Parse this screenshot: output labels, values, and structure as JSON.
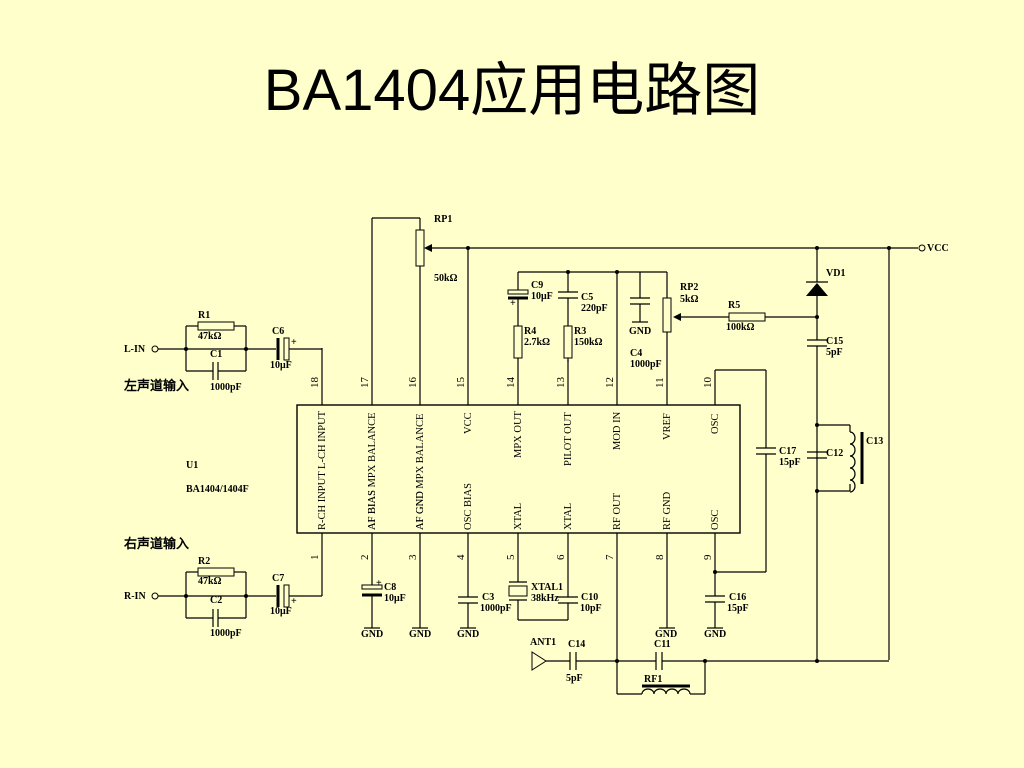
{
  "title": "BA1404应用电路图",
  "ic": {
    "ref": "U1",
    "part": "BA1404/1404F",
    "top_pins": [
      {
        "num": "18",
        "name": "R-CH INPUT  L-CH INPUT"
      },
      {
        "num": "17",
        "name": "AF BIAS  MPX BALANCE"
      },
      {
        "num": "16",
        "name": "AF GND  MPX BALANCE"
      },
      {
        "num": "15",
        "name": "VCC"
      },
      {
        "num": "14",
        "name": "MPX OUT"
      },
      {
        "num": "13",
        "name": "PILOT OUT"
      },
      {
        "num": "12",
        "name": "MOD IN"
      },
      {
        "num": "11",
        "name": "VREF"
      },
      {
        "num": "10",
        "name": "OSC"
      }
    ],
    "bottom_pins": [
      {
        "num": "1",
        "name": ""
      },
      {
        "num": "2",
        "name": "AF BIAS"
      },
      {
        "num": "3",
        "name": "AF GND"
      },
      {
        "num": "4",
        "name": "OSC BIAS"
      },
      {
        "num": "5",
        "name": "XTAL"
      },
      {
        "num": "6",
        "name": "XTAL"
      },
      {
        "num": "7",
        "name": "RF OUT"
      },
      {
        "num": "8",
        "name": "RF GND"
      },
      {
        "num": "9",
        "name": "OSC"
      }
    ]
  },
  "inputs": {
    "left_terminal": "L-IN",
    "left_caption": "左声道输入",
    "right_terminal": "R-IN",
    "right_caption": "右声道输入",
    "vcc_terminal": "VCC"
  },
  "components": {
    "R1": {
      "ref": "R1",
      "value": "47kΩ"
    },
    "C1": {
      "ref": "C1",
      "value": "1000pF"
    },
    "C6": {
      "ref": "C6",
      "value": "10μF"
    },
    "R2": {
      "ref": "R2",
      "value": "47kΩ"
    },
    "C2": {
      "ref": "C2",
      "value": "1000pF"
    },
    "C7": {
      "ref": "C7",
      "value": "10μF"
    },
    "RP1": {
      "ref": "RP1",
      "value": "50kΩ"
    },
    "C9": {
      "ref": "C9",
      "value": "10μF"
    },
    "C5": {
      "ref": "C5",
      "value": "220pF"
    },
    "R4": {
      "ref": "R4",
      "value": "2.7kΩ"
    },
    "R3": {
      "ref": "R3",
      "value": "150kΩ"
    },
    "C4": {
      "ref": "C4",
      "value": "1000pF"
    },
    "RP2": {
      "ref": "RP2",
      "value": "5kΩ"
    },
    "R5": {
      "ref": "R5",
      "value": "100kΩ"
    },
    "VD1": {
      "ref": "VD1",
      "value": ""
    },
    "C15": {
      "ref": "C15",
      "value": "5pF"
    },
    "C17": {
      "ref": "C17",
      "value": "15pF"
    },
    "C12": {
      "ref": "C12",
      "value": ""
    },
    "C13": {
      "ref": "C13",
      "value": ""
    },
    "C8": {
      "ref": "C8",
      "value": "10μF"
    },
    "C3": {
      "ref": "C3",
      "value": "1000pF"
    },
    "XTAL1": {
      "ref": "XTAL1",
      "value": "38kHz"
    },
    "C10": {
      "ref": "C10",
      "value": "10pF"
    },
    "C16": {
      "ref": "C16",
      "value": "15pF"
    },
    "ANT1": {
      "ref": "ANT1",
      "value": ""
    },
    "C14": {
      "ref": "C14",
      "value": "5pF"
    },
    "C11": {
      "ref": "C11",
      "value": ""
    },
    "RF1": {
      "ref": "RF1",
      "value": ""
    }
  },
  "gnd_label": "GND"
}
